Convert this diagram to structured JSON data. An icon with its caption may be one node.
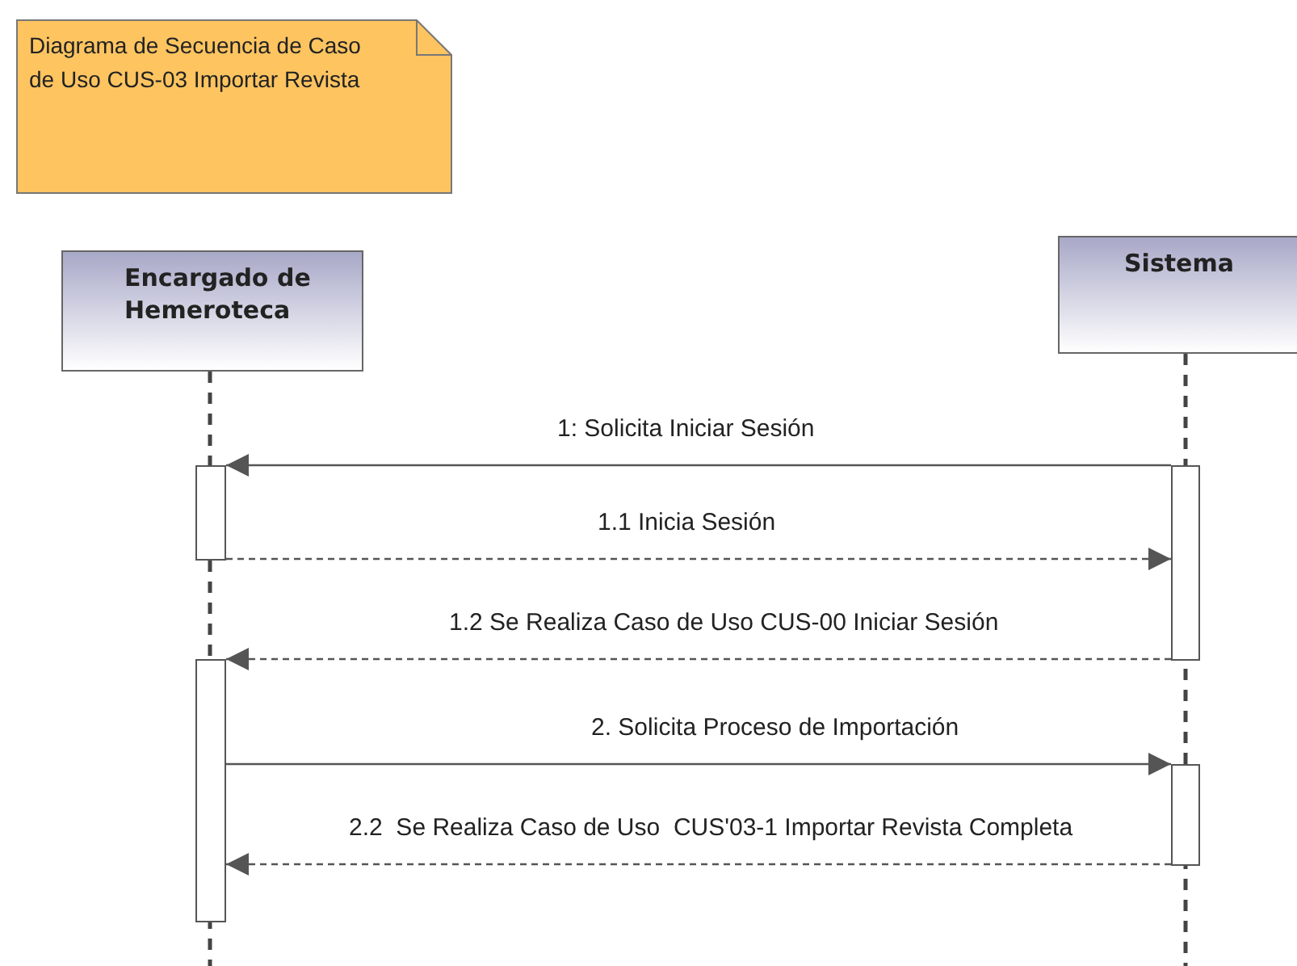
{
  "diagram": {
    "nodes": [
      {
        "text": [
          "Diagrama de Secuencia de Caso de Uso CUS-03 Importar Revista"
        ]
      },
      {
        "text": [
          "Encargado de Hemeroteca"
        ]
      },
      {
        "text": [
          "Sistema"
        ]
      },
      {
        "text": [],
        "shape": "bar"
      },
      {
        "text": [],
        "shape": "bar"
      },
      {
        "text": [],
        "shape": "bar"
      },
      {
        "text": [],
        "shape": "bar"
      }
    ],
    "edges": [
      {
        "from": 4,
        "to": 3,
        "arrow": "to",
        "label": "1: Solicita Iniciar Sesión"
      },
      {
        "from": 3,
        "to": 4,
        "arrow": "to",
        "label": "1.1 Inicia Sesión",
        "style": "dashed"
      },
      {
        "from": 4,
        "to": 5,
        "arrow": "to",
        "label": "1.2 Se Realiza Caso de Uso CUS-00 Iniciar Sesión",
        "style": "dashed"
      },
      {
        "from": 5,
        "to": 6,
        "arrow": "to",
        "label": "2. Solicita Proceso de Importación"
      },
      {
        "from": 6,
        "to": 5,
        "arrow": "to",
        "label": "2.2  Se Realiza Caso de Uso  CUS'03-1 Importar Revista Completa",
        "style": "dashed"
      }
    ]
  }
}
